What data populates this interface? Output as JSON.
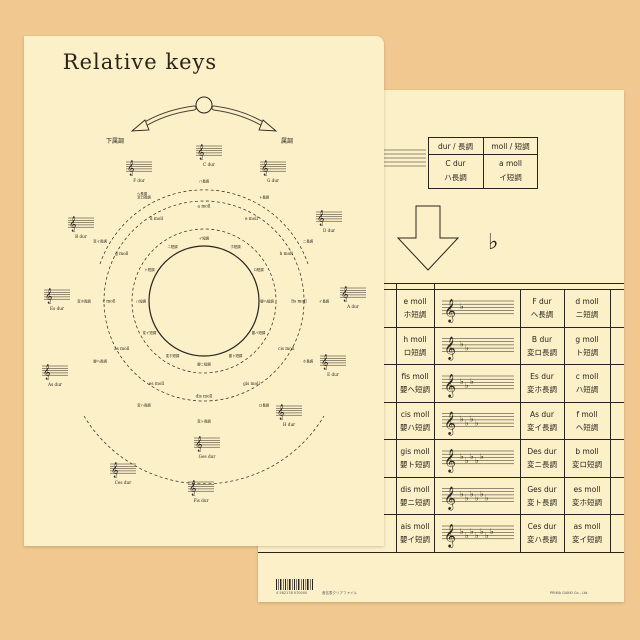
{
  "front": {
    "title": "Relative keys",
    "labels": {
      "down": "下属調",
      "up": "属調"
    },
    "outer_keys": [
      "C dur",
      "G dur",
      "D dur",
      "A dur",
      "E dur",
      "H dur",
      "Ges dur",
      "Ces dur",
      "Fis dur",
      "Es dur",
      "As dur",
      "B dur",
      "F dur"
    ],
    "minor_keys": [
      "a moll",
      "e moll",
      "h moll",
      "fis moll",
      "cis moll",
      "gis moll",
      "dis moll",
      "es moll",
      "as moll",
      "c moll",
      "g moll",
      "d moll"
    ],
    "inner_ring": [
      "イ短調",
      "ホ短調",
      "ロ短調",
      "嬰ヘ短調",
      "嬰ハ短調",
      "嬰ト短調",
      "嬰ニ短調",
      "変ホ短調",
      "変イ短調",
      "ハ短調",
      "ト短調",
      "ニ短調"
    ],
    "outer_ring": [
      "ハ長調",
      "ト長調",
      "ニ長調",
      "イ長調",
      "ホ長調",
      "ロ長調",
      "変ト長調",
      "変ハ長調",
      "嬰ヘ長調",
      "変ホ長調",
      "変イ長調",
      "変ロ長調",
      "ヘ長調"
    ]
  },
  "back": {
    "header": {
      "dur": "dur / 長調",
      "moll": "moll / 短調"
    },
    "c_row": {
      "dur": "C dur",
      "dur_jp": "ハ長調",
      "moll": "a moll",
      "moll_jp": "イ短調"
    },
    "flat_symbol": "♭",
    "left_rows": [
      {
        "moll": "e moll",
        "jp": "ホ短調"
      },
      {
        "moll": "h moll",
        "jp": "ロ短調"
      },
      {
        "moll": "fis moll",
        "jp": "嬰ヘ短調"
      },
      {
        "moll": "cis moll",
        "jp": "嬰ハ短調"
      },
      {
        "moll": "gis moll",
        "jp": "嬰ト短調"
      },
      {
        "moll": "dis moll",
        "jp": "嬰ニ短調"
      },
      {
        "moll": "ais moll",
        "jp": "嬰イ短調"
      }
    ],
    "right_rows": [
      {
        "dur": "F dur",
        "dur_jp": "ヘ長調",
        "moll": "d moll",
        "moll_jp": "ニ短調"
      },
      {
        "dur": "B dur",
        "dur_jp": "変ロ長調",
        "moll": "g moll",
        "moll_jp": "ト短調"
      },
      {
        "dur": "Es dur",
        "dur_jp": "変ホ長調",
        "moll": "c moll",
        "moll_jp": "ハ短調"
      },
      {
        "dur": "As dur",
        "dur_jp": "変イ長調",
        "moll": "f moll",
        "moll_jp": "ヘ短調"
      },
      {
        "dur": "Des dur",
        "dur_jp": "変ニ長調",
        "moll": "b moll",
        "moll_jp": "変ロ短調"
      },
      {
        "dur": "Ges dur",
        "dur_jp": "変ト長調",
        "moll": "es moll",
        "moll_jp": "変ホ短調"
      },
      {
        "dur": "Ces dur",
        "dur_jp": "変ハ長調",
        "moll": "as moll",
        "moll_jp": "変イ短調"
      }
    ],
    "footer_left": "4 582178 070000",
    "footer_mid": "音名表クリアファイル",
    "footer_right": "PRIMA GAKKI Co., Ltd."
  }
}
